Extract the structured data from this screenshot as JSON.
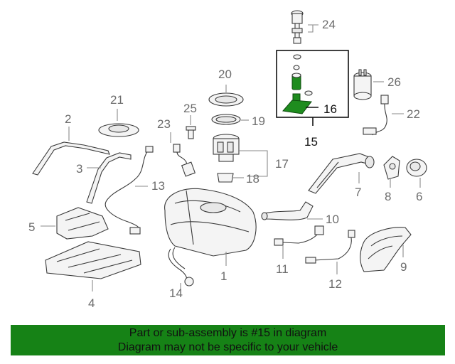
{
  "callouts": {
    "n1": "1",
    "n2": "2",
    "n3": "3",
    "n4": "4",
    "n5": "5",
    "n6": "6",
    "n7": "7",
    "n8": "8",
    "n9": "9",
    "n10": "10",
    "n11": "11",
    "n12": "12",
    "n13": "13",
    "n14": "14",
    "n15": "15",
    "n16": "16",
    "n17": "17",
    "n18": "18",
    "n19": "19",
    "n20": "20",
    "n21": "21",
    "n22": "22",
    "n23": "23",
    "n24": "24",
    "n25": "25",
    "n26": "26"
  },
  "banner": {
    "line1": "Part or sub-assembly is #15 in diagram",
    "line2": "Diagram may not be specific to your vehicle"
  },
  "colors": {
    "highlight": "#1e8c1e",
    "banner": "#168216"
  }
}
